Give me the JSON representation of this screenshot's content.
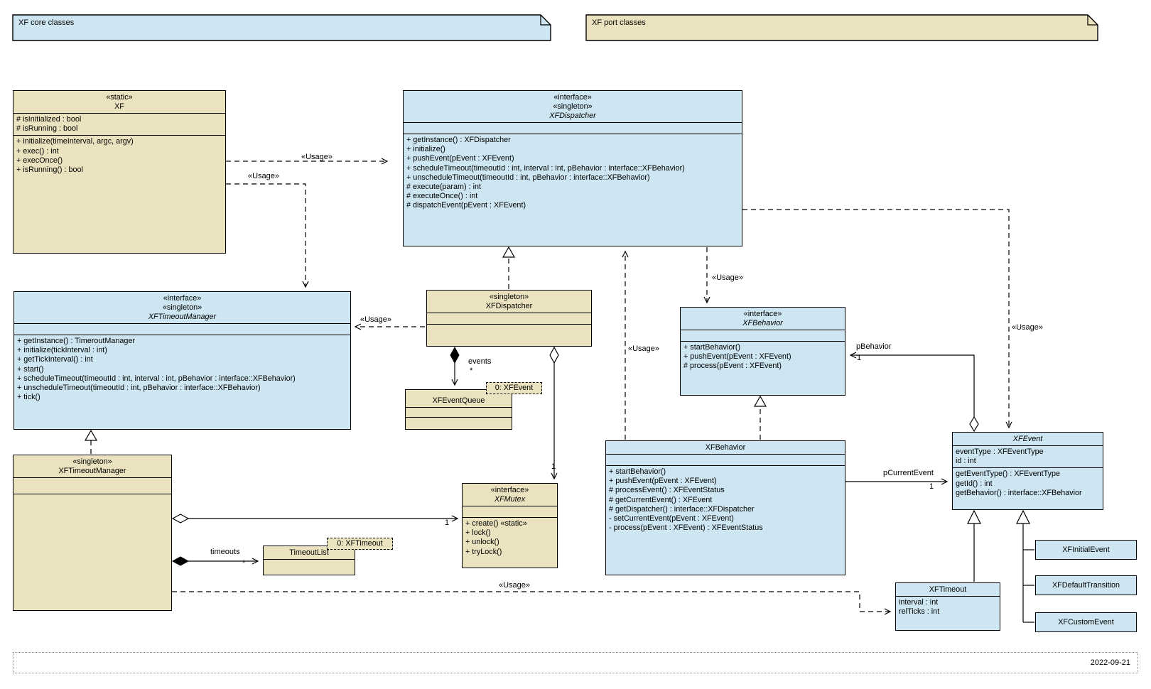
{
  "notes": {
    "core": {
      "label": "XF core classes"
    },
    "port": {
      "label": "XF port classes"
    }
  },
  "colors": {
    "core_fill": "#cde6f1",
    "port_fill": "#ebe3bf",
    "border": "#000000",
    "date_border": "#8a8a8a"
  },
  "classes": {
    "xf": {
      "stereotype": "«static»",
      "name": "XF",
      "attributes": [
        "# isInitialized : bool",
        "# isRunning : bool"
      ],
      "methods": [
        "+ initialize(timeInterval, argc, argv)",
        "+ exec() : int",
        "+ execOnce()",
        "+ isRunning() : bool"
      ]
    },
    "xf_dispatcher_if": {
      "stereotype1": "«interface»",
      "stereotype2": "«singleton»",
      "name": "XFDispatcher",
      "attributes": [],
      "methods": [
        "+ getInstance() : XFDispatcher",
        "+ initialize()",
        "+ pushEvent(pEvent : XFEvent)",
        "+ scheduleTimeout(timeoutId : int, interval : int, pBehavior : interface::XFBehavior)",
        "+ unscheduleTimeout(timeoutId : int, pBehavior : interface::XFBehavior)",
        "# execute(param) : int",
        "# executeOnce() : int",
        "# dispatchEvent(pEvent : XFEvent)"
      ]
    },
    "xf_timeout_manager_if": {
      "stereotype1": "«interface»",
      "stereotype2": "«singleton»",
      "name": "XFTimeoutManager",
      "attributes": [],
      "methods": [
        "+ getInstance() : TimeroutManager",
        "+ initialize(tickInterval : int)",
        "+ getTickInterval() : int",
        "+ start()",
        "+ scheduleTimeout(timeoutId : int, interval : int, pBehavior : interface::XFBehavior)",
        "+ unscheduleTimeout(timeoutId : int, pBehavior : interface::XFBehavior)",
        "+ tick()"
      ]
    },
    "xf_dispatcher_singleton": {
      "stereotype": "«singleton»",
      "name": "XFDispatcher"
    },
    "xf_event_queue": {
      "name": "XFEventQueue"
    },
    "xf_behavior_if": {
      "stereotype": "«interface»",
      "name": "XFBehavior",
      "attributes": [],
      "methods": [
        "+ startBehavior()",
        "+ pushEvent(pEvent : XFEvent)",
        "# process(pEvent : XFEvent)"
      ]
    },
    "xf_behavior": {
      "name": "XFBehavior",
      "attributes": [],
      "methods": [
        "+ startBehavior()",
        "+ pushEvent(pEvent : XFEvent)",
        "# processEvent() : XFEventStatus",
        "# getCurrentEvent() : XFEvent",
        "# getDispatcher() : interface::XFDispatcher",
        "- setCurrentEvent(pEvent : XFEvent)",
        "- process(pEvent : XFEvent) : XFEventStatus"
      ]
    },
    "xf_event": {
      "name": "XFEvent",
      "attributes": [
        "eventType : XFEventType",
        "id : int"
      ],
      "methods": [
        "getEventType() : XFEventType",
        "getId() : int",
        "getBehavior() : interface::XFBehavior"
      ]
    },
    "xf_mutex": {
      "stereotype": "«interface»",
      "name": "XFMutex",
      "attributes": [],
      "methods": [
        "+ create() «static»",
        "+ lock()",
        "+ unlock()",
        "+ tryLock()"
      ]
    },
    "xf_timeout_manager_singleton": {
      "stereotype": "«singleton»",
      "name": "XFTimeoutManager"
    },
    "timeout_list": {
      "name": "TimeoutList"
    },
    "xf_timeout": {
      "name": "XFTimeout",
      "attributes": [
        "interval : int",
        "relTicks : int"
      ]
    },
    "xf_initial_event": {
      "name": "XFInitialEvent"
    },
    "xf_default_transition": {
      "name": "XFDefaultTransition"
    },
    "xf_custom_event": {
      "name": "XFCustomEvent"
    }
  },
  "instances": {
    "event": "0: XFEvent",
    "timeout": "0: XFTimeout"
  },
  "edge_labels": {
    "usage": "«Usage»",
    "events": "events",
    "timeouts": "timeouts",
    "pbehavior": "pBehavior",
    "pcurrentevent": "pCurrentEvent",
    "star": "*",
    "one": "1"
  },
  "footer": {
    "date": "2022-09-21"
  }
}
